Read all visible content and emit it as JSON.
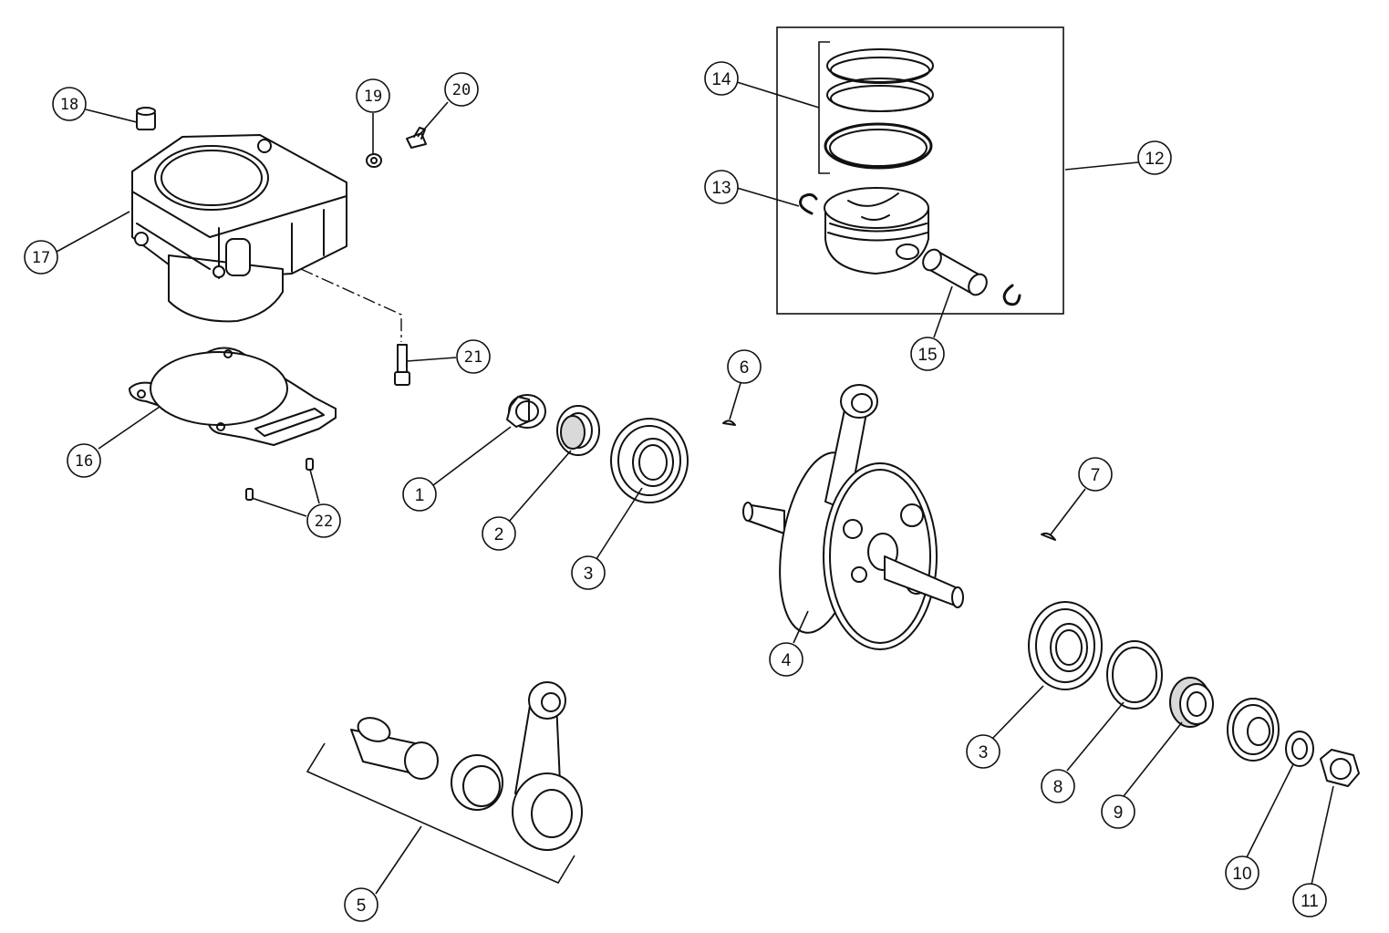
{
  "callouts": [
    {
      "id": "c1",
      "label": "1"
    },
    {
      "id": "c2",
      "label": "2"
    },
    {
      "id": "c3a",
      "label": "3"
    },
    {
      "id": "c4",
      "label": "4"
    },
    {
      "id": "c5",
      "label": "5"
    },
    {
      "id": "c6",
      "label": "6"
    },
    {
      "id": "c7",
      "label": "7"
    },
    {
      "id": "c3b",
      "label": "3"
    },
    {
      "id": "c8",
      "label": "8"
    },
    {
      "id": "c9",
      "label": "9"
    },
    {
      "id": "c10",
      "label": "10"
    },
    {
      "id": "c11",
      "label": "11"
    },
    {
      "id": "c12",
      "label": "12"
    },
    {
      "id": "c13",
      "label": "13"
    },
    {
      "id": "c14",
      "label": "14"
    },
    {
      "id": "c15",
      "label": "15"
    },
    {
      "id": "c16",
      "label": "16"
    },
    {
      "id": "c17",
      "label": "17"
    },
    {
      "id": "c18",
      "label": "18"
    },
    {
      "id": "c19",
      "label": "19"
    },
    {
      "id": "c20",
      "label": "20"
    },
    {
      "id": "c21",
      "label": "21"
    },
    {
      "id": "c22",
      "label": "22"
    }
  ]
}
